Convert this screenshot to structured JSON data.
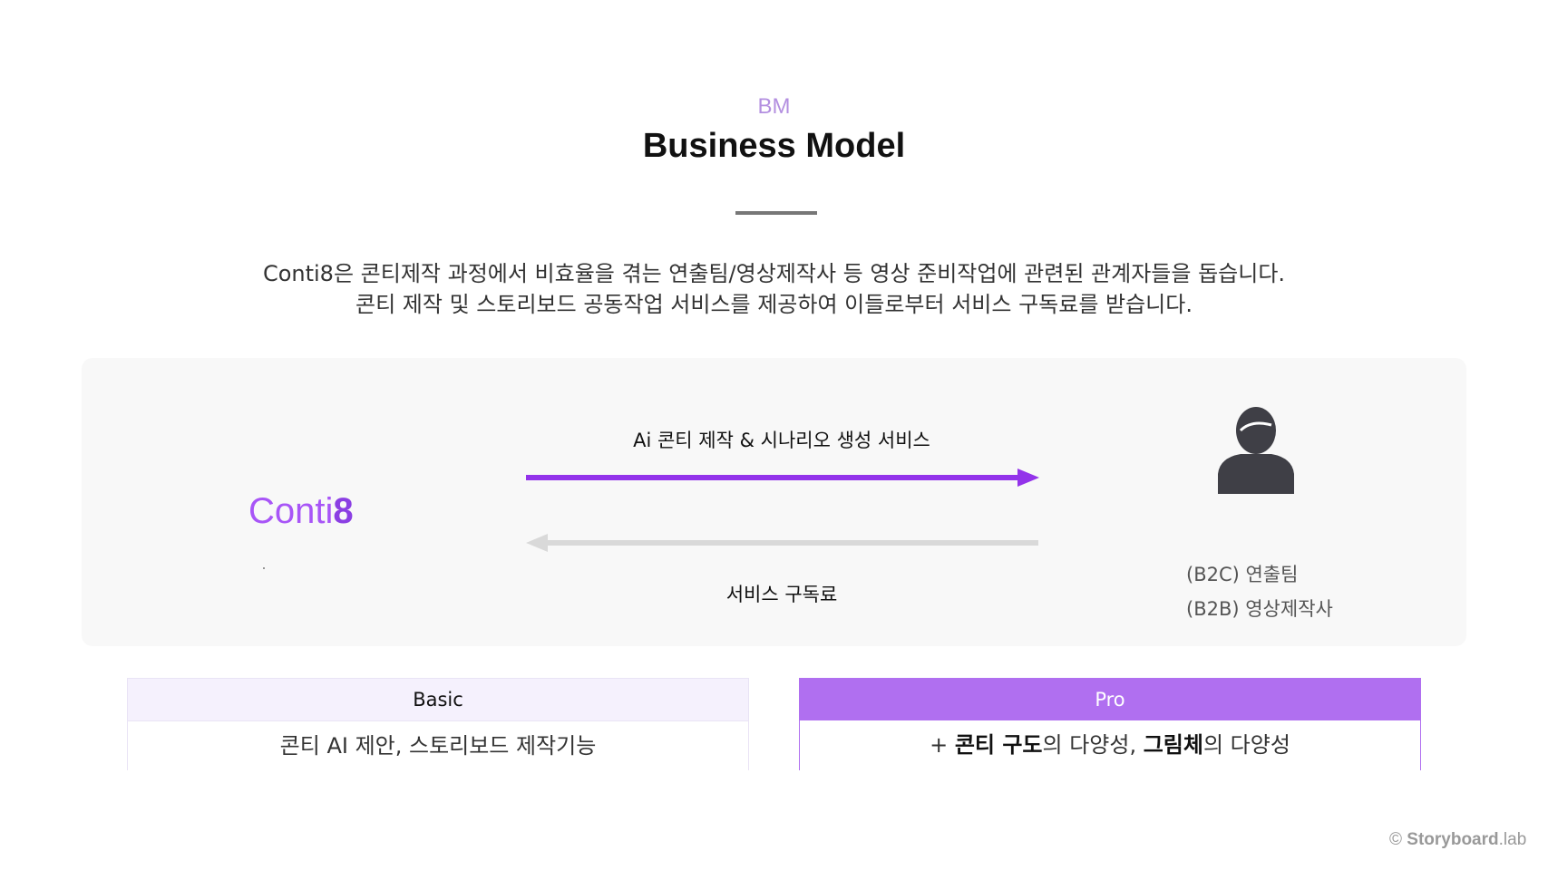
{
  "header": {
    "tag": "BM",
    "title": "Business Model"
  },
  "description": {
    "line1": "Conti8은 콘티제작 과정에서 비효율을 겪는 연출팀/영상제작사 등 영상 준비작업에 관련된 관계자들을 돕습니다.",
    "line2": "콘티 제작 및 스토리보드 공동작업 서비스를 제공하여 이들로부터 서비스 구독료를 받습니다."
  },
  "flow": {
    "provider_logo_text": "Conti",
    "provider_logo_suffix": "8",
    "forward_label": "Ai 콘티 제작 & 시나리오 생성 서비스",
    "back_label": "서비스 구독료",
    "customer_icon": "user-icon",
    "customers": [
      "(B2C) 연출팀",
      "(B2B) 영상제작사"
    ],
    "colors": {
      "forward_arrow": "#9333ea",
      "back_arrow": "#d9d9d9",
      "icon": "#3f3f46"
    }
  },
  "plans": {
    "basic": {
      "name": "Basic",
      "features": "콘티 AI 제안, 스토리보드 제작기능"
    },
    "pro": {
      "name": "Pro",
      "prefix": "+ ",
      "bold1": "콘티 구도",
      "text1": "의 다양성, ",
      "bold2": "그림체",
      "text2": "의 다양성",
      "accent": "#b06ff0"
    }
  },
  "footer": {
    "copyright_symbol": "©",
    "brand": "Storyboard",
    "suffix": ".lab"
  }
}
